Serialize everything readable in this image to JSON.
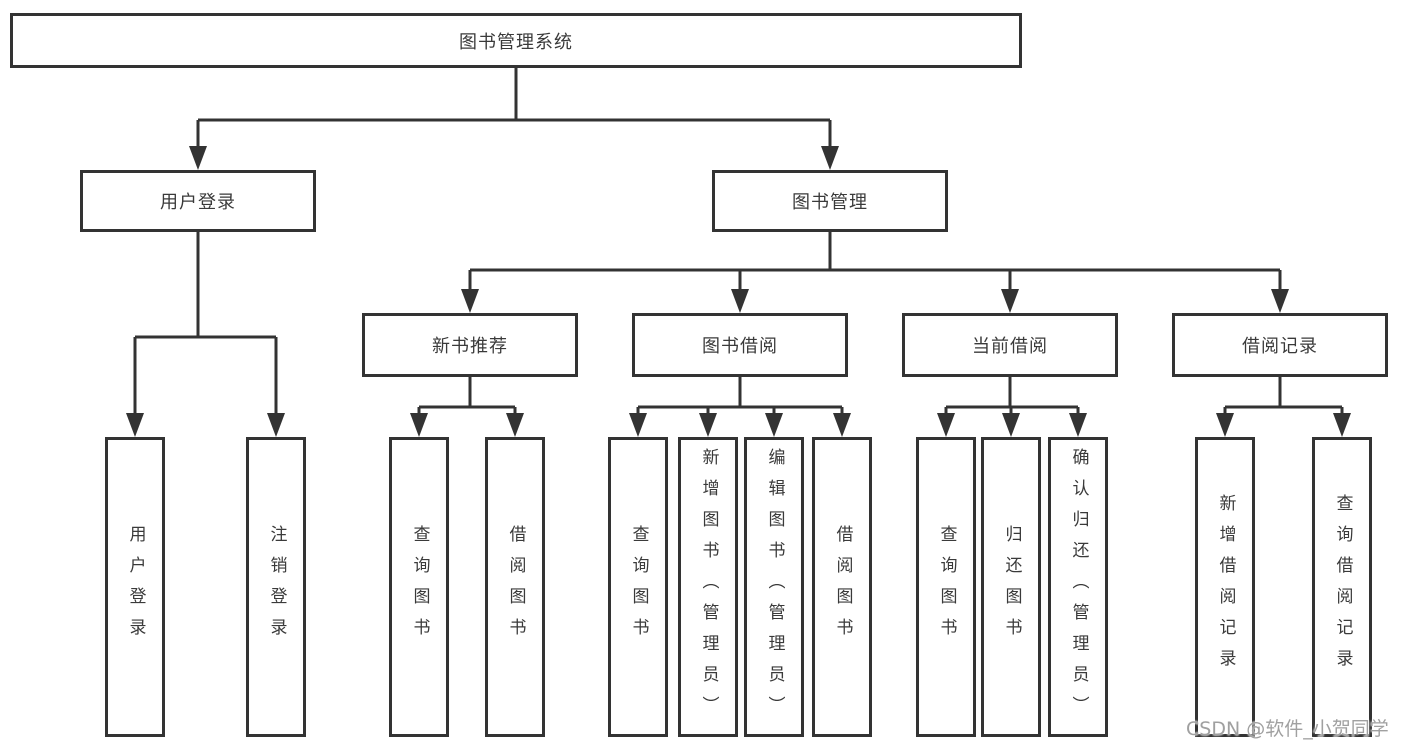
{
  "watermark": {
    "text": "CSDN @软件_小贺同学"
  },
  "colors": {
    "line": "#333333",
    "box_border": "#333333",
    "box_background": "#ffffff",
    "text": "#3a3a3a",
    "watermark_gray": "#a0a0a0"
  },
  "diagram_type": "functional-structure-tree",
  "tree": {
    "root": {
      "label": "图书管理系统",
      "children": [
        {
          "label": "用户登录",
          "children": [
            {
              "label": "用户登录"
            },
            {
              "label": "注销登录"
            }
          ]
        },
        {
          "label": "图书管理",
          "children": [
            {
              "label": "新书推荐",
              "children": [
                {
                  "label": "查询图书"
                },
                {
                  "label": "借阅图书"
                }
              ]
            },
            {
              "label": "图书借阅",
              "children": [
                {
                  "label": "查询图书"
                },
                {
                  "label": "新增图书（管理员）"
                },
                {
                  "label": "编辑图书（管理员）"
                },
                {
                  "label": "借阅图书"
                }
              ]
            },
            {
              "label": "当前借阅",
              "children": [
                {
                  "label": "查询图书"
                },
                {
                  "label": "归还图书"
                },
                {
                  "label": "确认归还（管理员）"
                }
              ]
            },
            {
              "label": "借阅记录",
              "children": [
                {
                  "label": "新增借阅记录"
                },
                {
                  "label": "查询借阅记录"
                }
              ]
            }
          ]
        }
      ]
    }
  }
}
